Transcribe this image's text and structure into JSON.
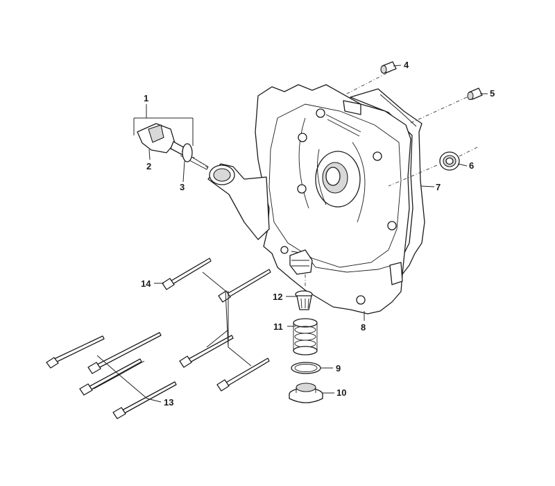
{
  "callouts": {
    "c1": "1",
    "c2": "2",
    "c3": "3",
    "c4": "4",
    "c5": "5",
    "c6": "6",
    "c7": "7",
    "c8": "8",
    "c9": "9",
    "c10": "10",
    "c11": "11",
    "c12": "12",
    "c13": "13",
    "c14": "14"
  },
  "colors": {
    "line": "#1a1a1a",
    "background": "#ffffff",
    "shade": "#d8d8d8"
  }
}
